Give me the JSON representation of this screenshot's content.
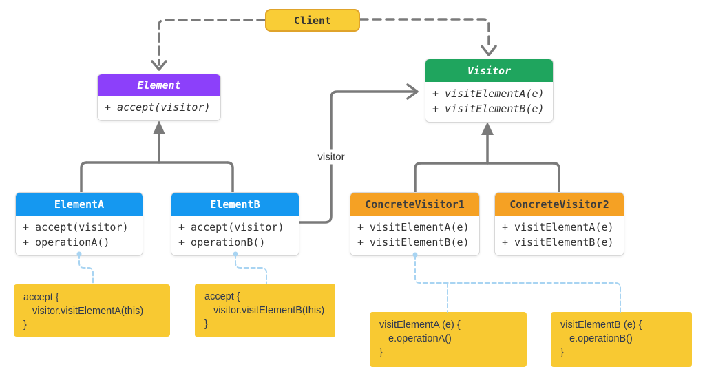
{
  "colors": {
    "client_fill": "#f9cd36",
    "client_border": "#dfa32b",
    "element_header": "#8c40fa",
    "visitor_header": "#1fa55e",
    "element_concrete_header": "#1598f0",
    "visitor_concrete_header": "#f5a124",
    "note_fill": "#f8c932",
    "note_text": "#30394f",
    "line_gray": "#7a7a7a",
    "note_connector_blue": "#a8d4f2"
  },
  "client": {
    "label": "Client"
  },
  "classes": [
    {
      "title": "Element",
      "members": [
        "+ accept(visitor)"
      ]
    },
    {
      "title": "Visitor",
      "members": [
        "+ visitElementA(e)",
        "+ visitElementB(e)"
      ]
    },
    {
      "title": "ElementA",
      "members": [
        "+ accept(visitor)",
        "+ operationA()"
      ]
    },
    {
      "title": "ElementB",
      "members": [
        "+ accept(visitor)",
        "+ operationB()"
      ]
    },
    {
      "title": "ConcreteVisitor1",
      "members": [
        "+ visitElementA(e)",
        "+ visitElementB(e)"
      ]
    },
    {
      "title": "ConcreteVisitor2",
      "members": [
        "+ visitElementA(e)",
        "+ visitElementB(e)"
      ]
    }
  ],
  "edge_labels": {
    "visitor": "visitor"
  },
  "notes": [
    {
      "lines": [
        "accept {",
        "visitor.visitElementA(this)",
        "}"
      ]
    },
    {
      "lines": [
        "accept {",
        "visitor.visitElementB(this)",
        "}"
      ]
    },
    {
      "lines": [
        "visitElementA (e) {",
        "e.operationA()",
        "}"
      ]
    },
    {
      "lines": [
        "visitElementB (e) {",
        "e.operationB()",
        "}"
      ]
    }
  ]
}
